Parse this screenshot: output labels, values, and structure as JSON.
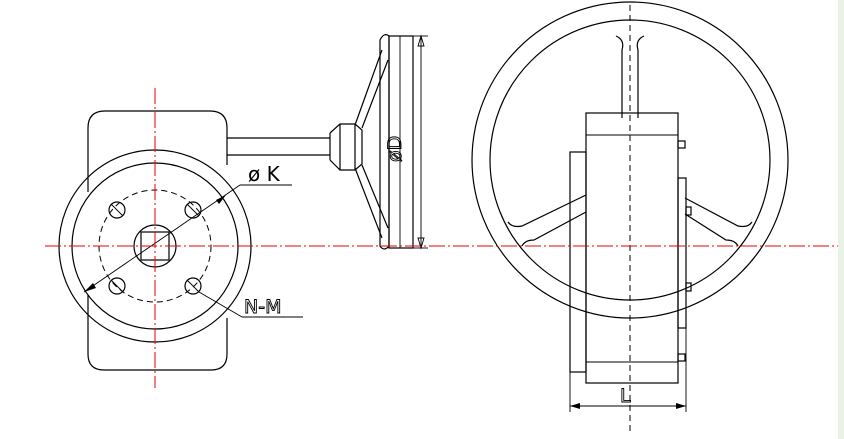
{
  "labels": {
    "diameter_k": "ø K",
    "bolt_spec": "N-M",
    "diameter_d": "øD",
    "length_l": "L"
  },
  "colors": {
    "outline": "#000000",
    "center_line": "#e8000b",
    "edge_strip": "#e9f2e4"
  }
}
